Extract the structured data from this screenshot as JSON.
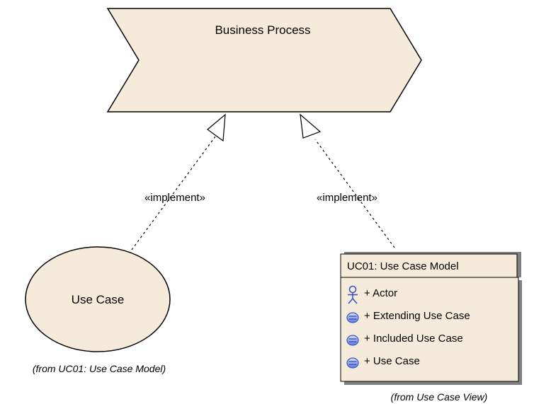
{
  "business_process": {
    "label": "Business Process"
  },
  "relations": {
    "left_label": "«implement»",
    "right_label": "«implement»"
  },
  "use_case": {
    "label": "Use Case",
    "from_note": "(from UC01: Use Case Model)"
  },
  "package": {
    "title": "UC01: Use Case Model",
    "items": [
      {
        "label": "+ Actor",
        "icon": "actor-icon"
      },
      {
        "label": "+ Extending Use Case",
        "icon": "use-case-icon"
      },
      {
        "label": "+ Included Use Case",
        "icon": "use-case-icon"
      },
      {
        "label": "+ Use Case",
        "icon": "use-case-icon"
      }
    ],
    "from_note": "(from Use Case View)"
  },
  "colors": {
    "element_fill": "#f6eadb",
    "line": "#000000",
    "icon_blue": "#5b7be0",
    "icon_blue_light": "#b8c8f5"
  }
}
